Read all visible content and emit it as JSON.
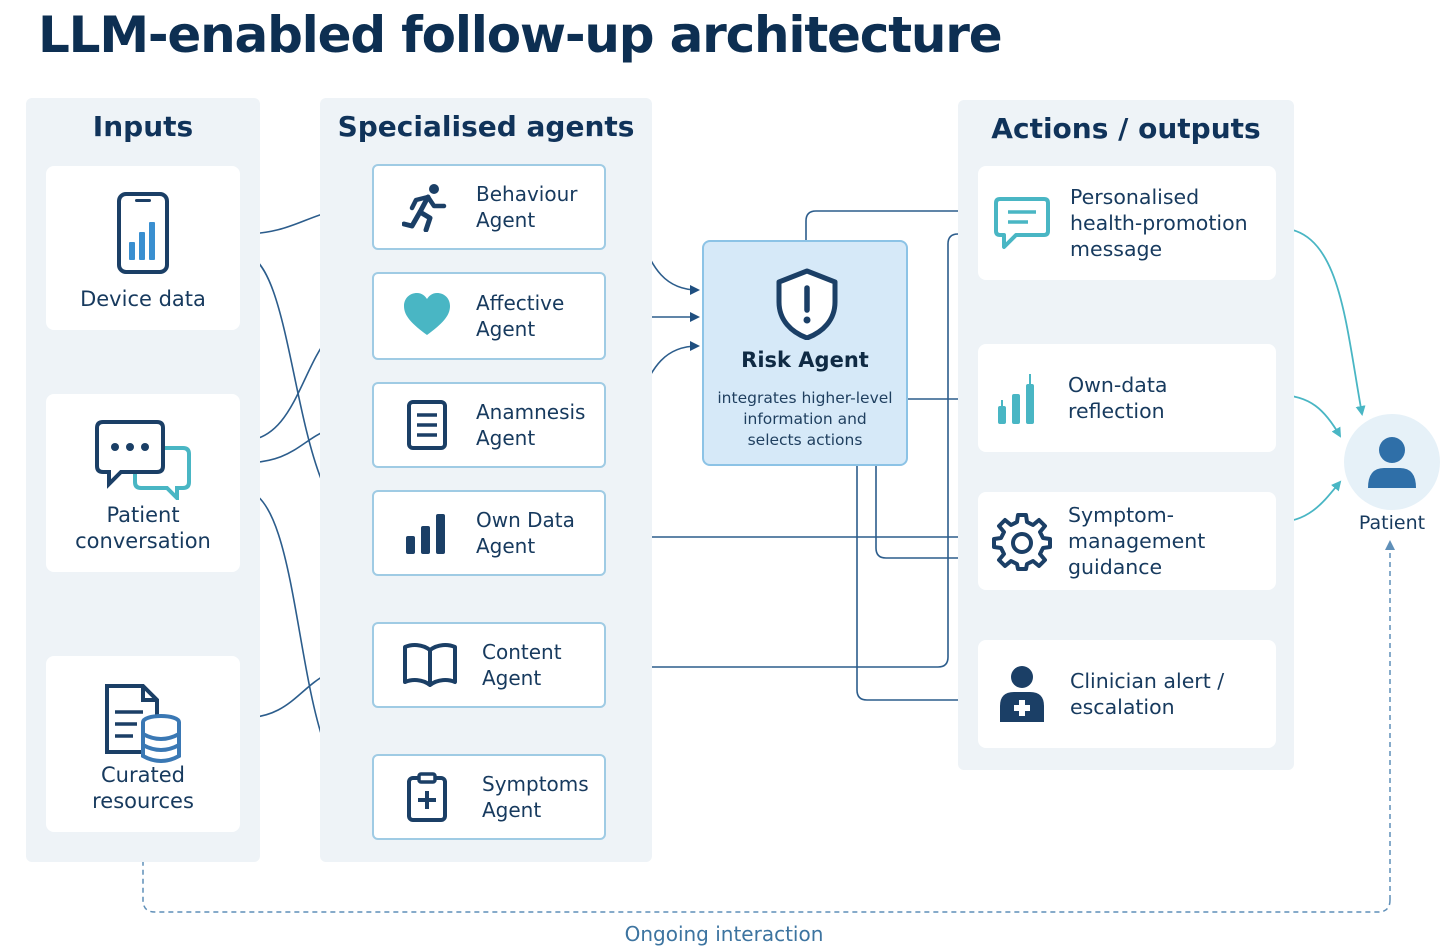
{
  "title": "LLM-enabled follow-up architecture",
  "colors": {
    "navy": "#1b3f66",
    "teal": "#49b6c4",
    "blue": "#3a78b4",
    "panel": "#eef3f7",
    "risk_fill": "#d6e9f8"
  },
  "inputs": {
    "title": "Inputs",
    "items": [
      {
        "label": "Device data",
        "icon": "smartphone-chart-icon"
      },
      {
        "label": "Patient\nconversation",
        "icon": "chat-bubbles-icon"
      },
      {
        "label": "Curated\nresources",
        "icon": "document-database-icon"
      }
    ]
  },
  "agents": {
    "title": "Specialised agents",
    "items": [
      {
        "label": "Behaviour\nAgent",
        "icon": "running-person-icon"
      },
      {
        "label": "Affective\nAgent",
        "icon": "heart-icon"
      },
      {
        "label": "Anamnesis\nAgent",
        "icon": "document-list-icon"
      },
      {
        "label": "Own Data\nAgent",
        "icon": "bar-chart-icon"
      },
      {
        "label": "Content\nAgent",
        "icon": "open-book-icon"
      },
      {
        "label": "Symptoms\nAgent",
        "icon": "medical-clipboard-icon"
      }
    ]
  },
  "risk_agent": {
    "title": "Risk Agent",
    "description": "integrates higher-level\ninformation and\nselects actions",
    "icon": "shield-alert-icon"
  },
  "actions": {
    "title": "Actions / outputs",
    "items": [
      {
        "label": "Personalised\nhealth-promotion\nmessage",
        "icon": "message-icon"
      },
      {
        "label": "Own-data\nreflection",
        "icon": "chart-bars-icon"
      },
      {
        "label": "Symptom-management\nguidance",
        "icon": "gear-icon"
      },
      {
        "label": "Clinician alert /\nescalation",
        "icon": "clinician-icon"
      }
    ]
  },
  "patient": {
    "label": "Patient",
    "icon": "patient-icon"
  },
  "loop_label": "Ongoing interaction"
}
